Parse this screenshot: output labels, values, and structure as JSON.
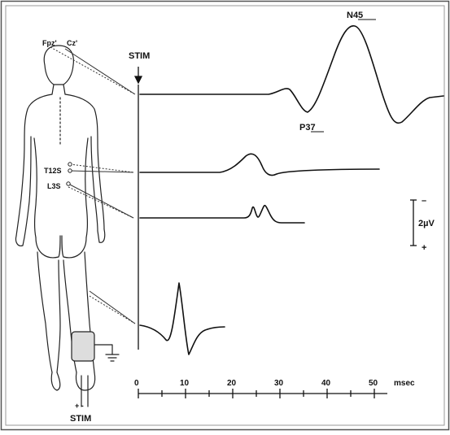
{
  "labels": {
    "stim_top": "STIM",
    "stim_bottom": "STIM",
    "stim_polarity": "+ -",
    "fpz": "Fpz'",
    "cz": "Cz'",
    "t12s": "T12S",
    "l3s": "L3S",
    "n45": "N45",
    "p37": "P37",
    "scale_minus": "–",
    "scale_value": "2µV",
    "scale_plus": "+",
    "axis_unit": "msec"
  },
  "axis": {
    "ticks": [
      "0",
      "10",
      "20",
      "30",
      "40",
      "50"
    ]
  }
}
